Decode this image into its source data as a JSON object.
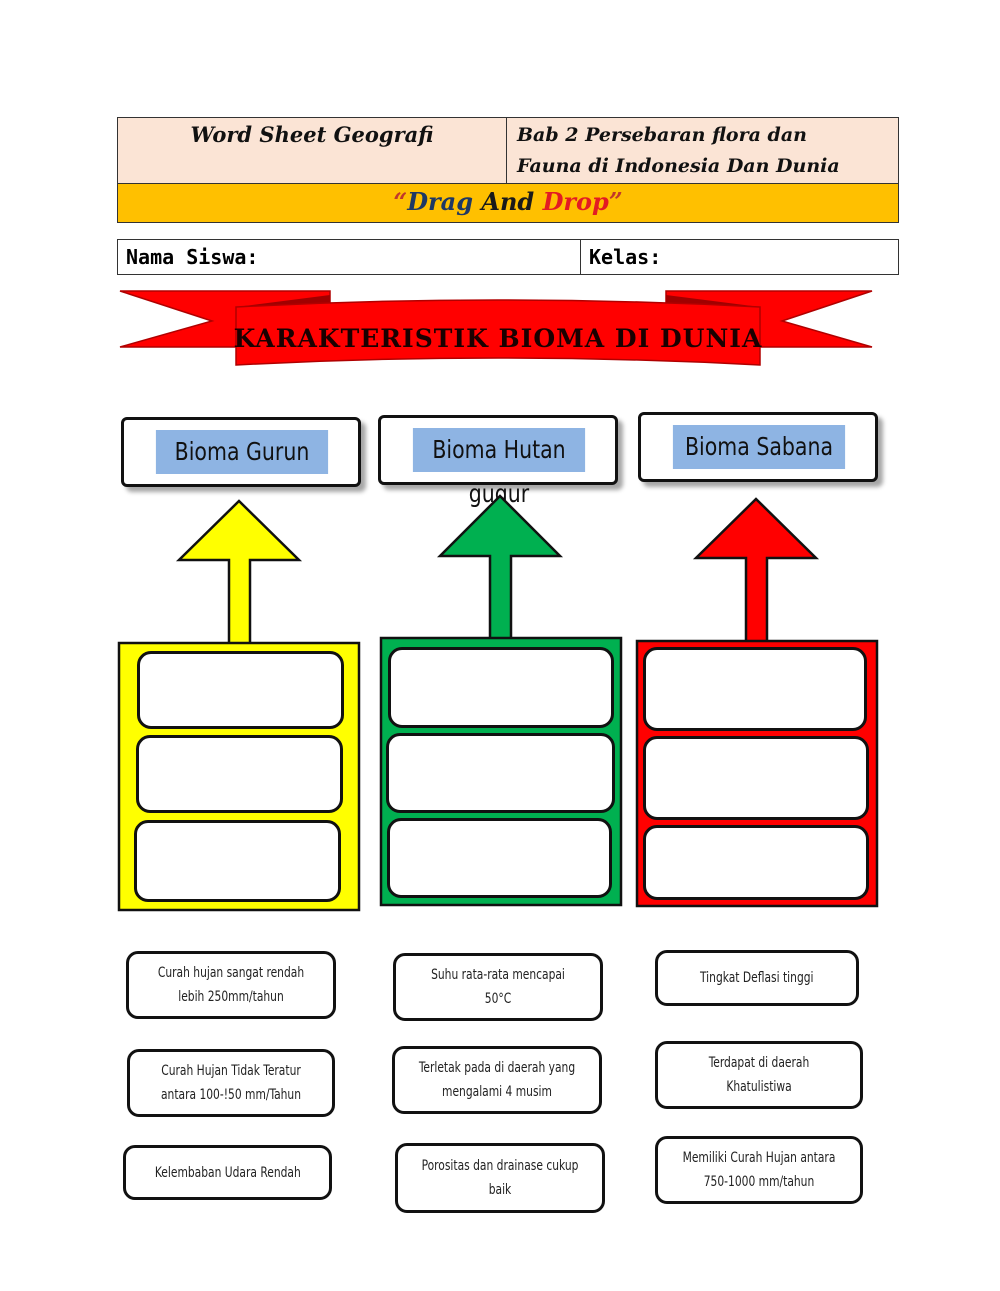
{
  "header": {
    "left_title": "Word Sheet Geografi",
    "right_line1": "Bab 2 Persebaran flora dan",
    "right_line2": "Fauna di Indonesia Dan Dunia",
    "bar_open_quote": "“",
    "bar_word1": "Drag",
    "bar_word2": "And",
    "bar_word3": "Drop",
    "bar_close_quote": "”"
  },
  "student": {
    "name_label": "Nama Siswa:",
    "class_label": "Kelas:"
  },
  "banner": {
    "title": "KARAKTERISTIK BIOMA DI DUNIA",
    "color": "#ff0000"
  },
  "biomes": [
    {
      "label": "Bioma Gurun",
      "color": "#ffff00"
    },
    {
      "label": "Bioma Hutan gugur",
      "color": "#00b050"
    },
    {
      "label": "Bioma Sabana",
      "color": "#ff0000"
    }
  ],
  "cards": [
    {
      "text": "Curah hujan sangat rendah lebih 250mm/tahun"
    },
    {
      "text": "Suhu rata-rata mencapai 50°C"
    },
    {
      "text": "Tingkat Deflasi tinggi"
    },
    {
      "text": "Curah Hujan Tidak Teratur antara 100-!50 mm/Tahun"
    },
    {
      "text": "Terletak pada di daerah yang mengalami 4 musim"
    },
    {
      "text": "Terdapat di daerah Khatulistiwa"
    },
    {
      "text": "Kelembaban Udara Rendah"
    },
    {
      "text": "Porositas dan drainase cukup baik"
    },
    {
      "text": "Memiliki Curah Hujan antara 750-1000 mm/tahun"
    }
  ]
}
